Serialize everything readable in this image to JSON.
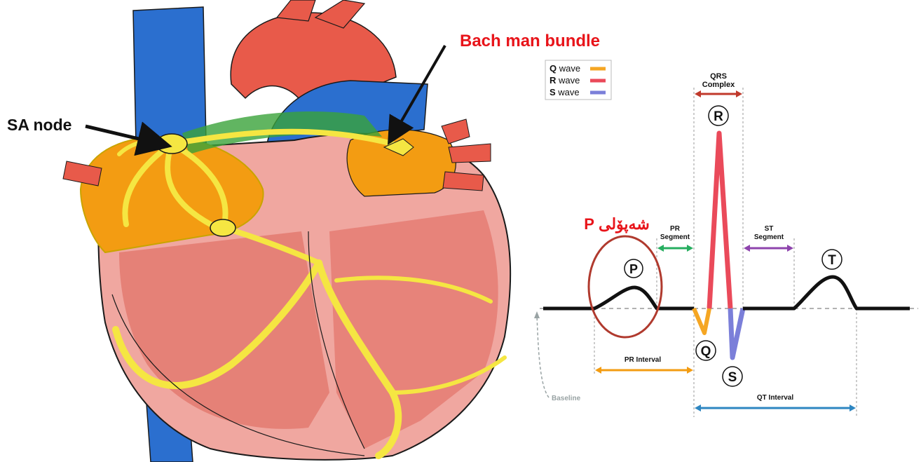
{
  "labels": {
    "sa_node": "SA node",
    "bachmann_bundle": "Bach man bundle",
    "p_wave_kurdish": "شەپۆلی P"
  },
  "legend": {
    "items": [
      {
        "letter": "Q",
        "text": "wave",
        "color": "#f5a623"
      },
      {
        "letter": "R",
        "text": "wave",
        "color": "#ea4a5a"
      },
      {
        "letter": "S",
        "text": "wave",
        "color": "#7b7fd9"
      }
    ]
  },
  "ecg": {
    "wave_letters": {
      "p": "P",
      "q": "Q",
      "r": "R",
      "s": "S",
      "t": "T"
    },
    "qrs_complex": [
      "QRS",
      "Complex"
    ],
    "pr_segment": [
      "PR",
      "Segment"
    ],
    "st_segment": [
      "ST",
      "Segment"
    ],
    "pr_interval": "PR Interval",
    "qt_interval": "QT Interval",
    "baseline": "Baseline"
  },
  "colors": {
    "qrs_arrow": "#c0392b",
    "pr_segment_arrow": "#27ae60",
    "st_segment_arrow": "#8e44ad",
    "pr_interval_arrow": "#f39c12",
    "qt_interval_arrow": "#2e86c1",
    "p_circle": "#b03a2e",
    "annotation_red": "#e8141a"
  }
}
